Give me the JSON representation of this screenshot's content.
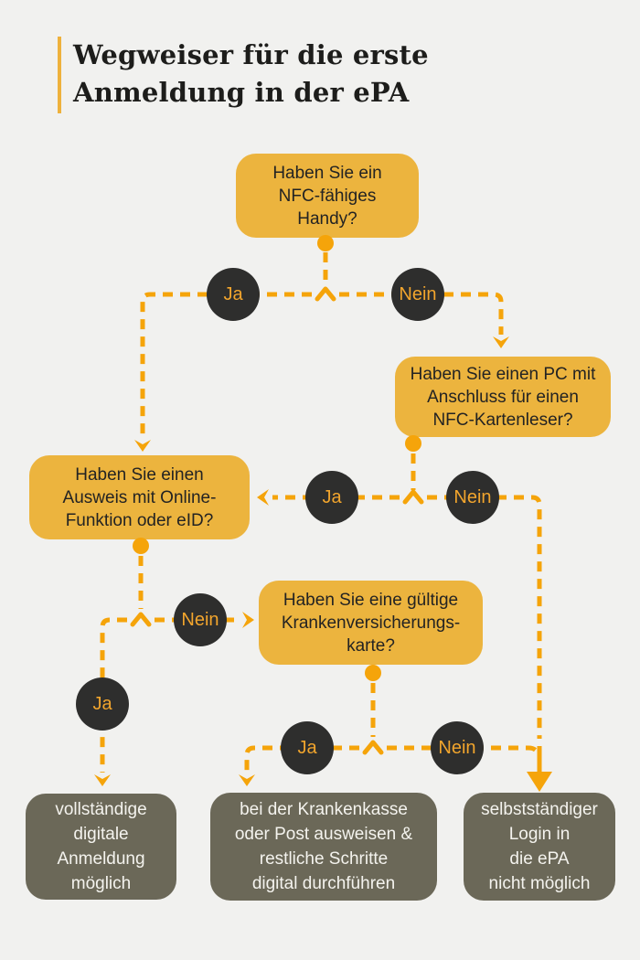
{
  "title": {
    "text": "Wegweiser für die erste\nAnmeldung in der ePA"
  },
  "decision_labels": {
    "yes": "Ja",
    "no": "Nein"
  },
  "questions": {
    "q1": {
      "text": "Haben Sie ein\nNFC-fähiges\nHandy?"
    },
    "q2": {
      "text": "Haben Sie einen PC mit\nAnschluss für einen\nNFC-Kartenleser?"
    },
    "q3": {
      "text": "Haben Sie einen\nAusweis mit Online-\nFunktion oder eID?"
    },
    "q4": {
      "text": "Haben Sie eine gültige\nKrankenversicherungs-\nkarte?"
    }
  },
  "outcomes": {
    "left": {
      "text": "vollständige\ndigitale\nAnmeldung\nmöglich"
    },
    "middle": {
      "text": "bei der Krankenkasse\noder Post ausweisen &\nrestliche Schritte\ndigital durchführen"
    },
    "right": {
      "text": "selbstständiger\nLogin in\ndie ePA\nnicht möglich"
    }
  },
  "colors": {
    "background": "#f1f1ef",
    "question_fill": "#ecb43e",
    "question_text": "#232323",
    "connector": "#f5a40a",
    "circle_fill": "#2e2e2d",
    "circle_text": "#f2a52d",
    "outcome_fill": "#6b6858",
    "outcome_text": "#f4f3ee",
    "title_text": "#1d1d1b",
    "title_bar": "#eeb13c"
  }
}
